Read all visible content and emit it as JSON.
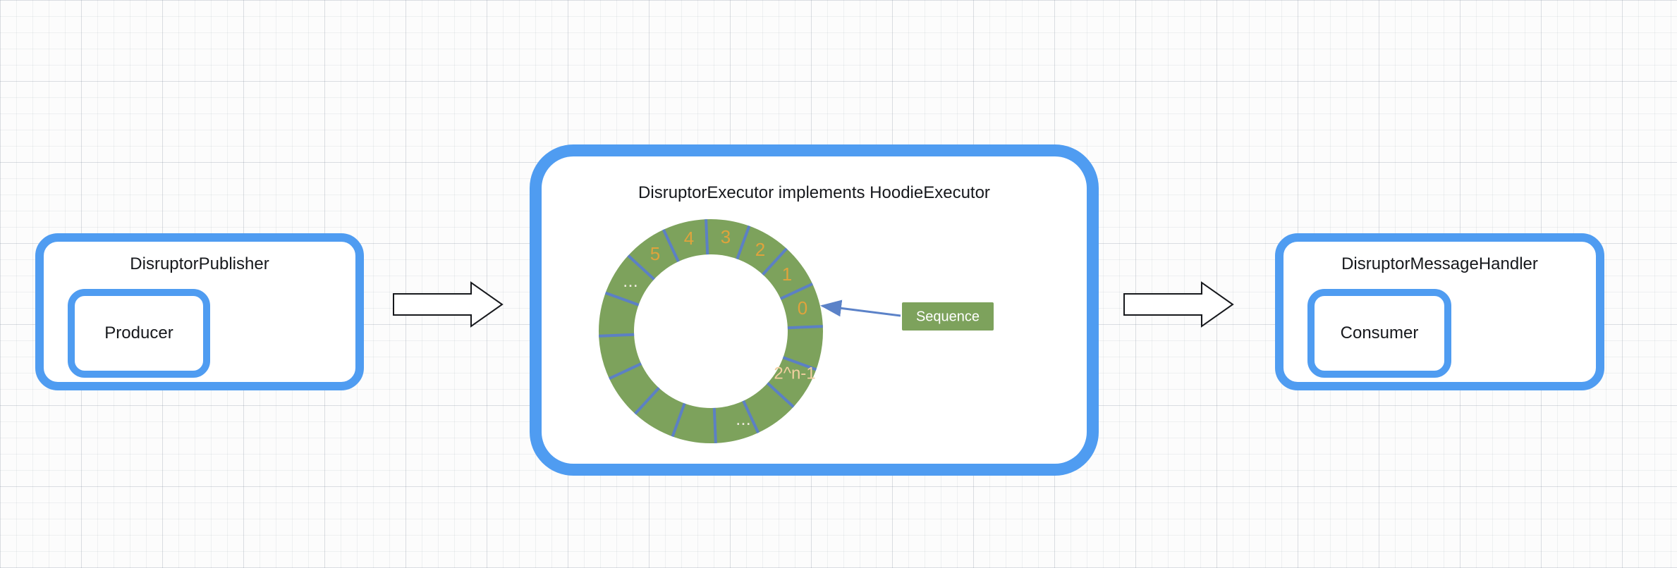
{
  "publisher": {
    "title": "DisruptorPublisher",
    "producer_label": "Producer"
  },
  "executor": {
    "title": "DisruptorExecutor implements HoodieExecutor",
    "ring": {
      "labels": [
        "0",
        "1",
        "2",
        "3",
        "4",
        "5"
      ],
      "ellipsis_left": "...",
      "ellipsis_bottom": "...",
      "wrap_label": "2^n-1"
    },
    "sequence_label": "Sequence"
  },
  "handler": {
    "title": "DisruptorMessageHandler",
    "consumer_label": "Consumer"
  },
  "colors": {
    "accent_blue": "#4F9CF1",
    "ring_green": "#7DA25C",
    "divider_blue": "#5C80C4",
    "label_orange": "#DFA33C",
    "wrap_label_peach": "#F2CFA0",
    "pointer_blue": "#5B82C8",
    "arrow_outline": "#16181c"
  }
}
